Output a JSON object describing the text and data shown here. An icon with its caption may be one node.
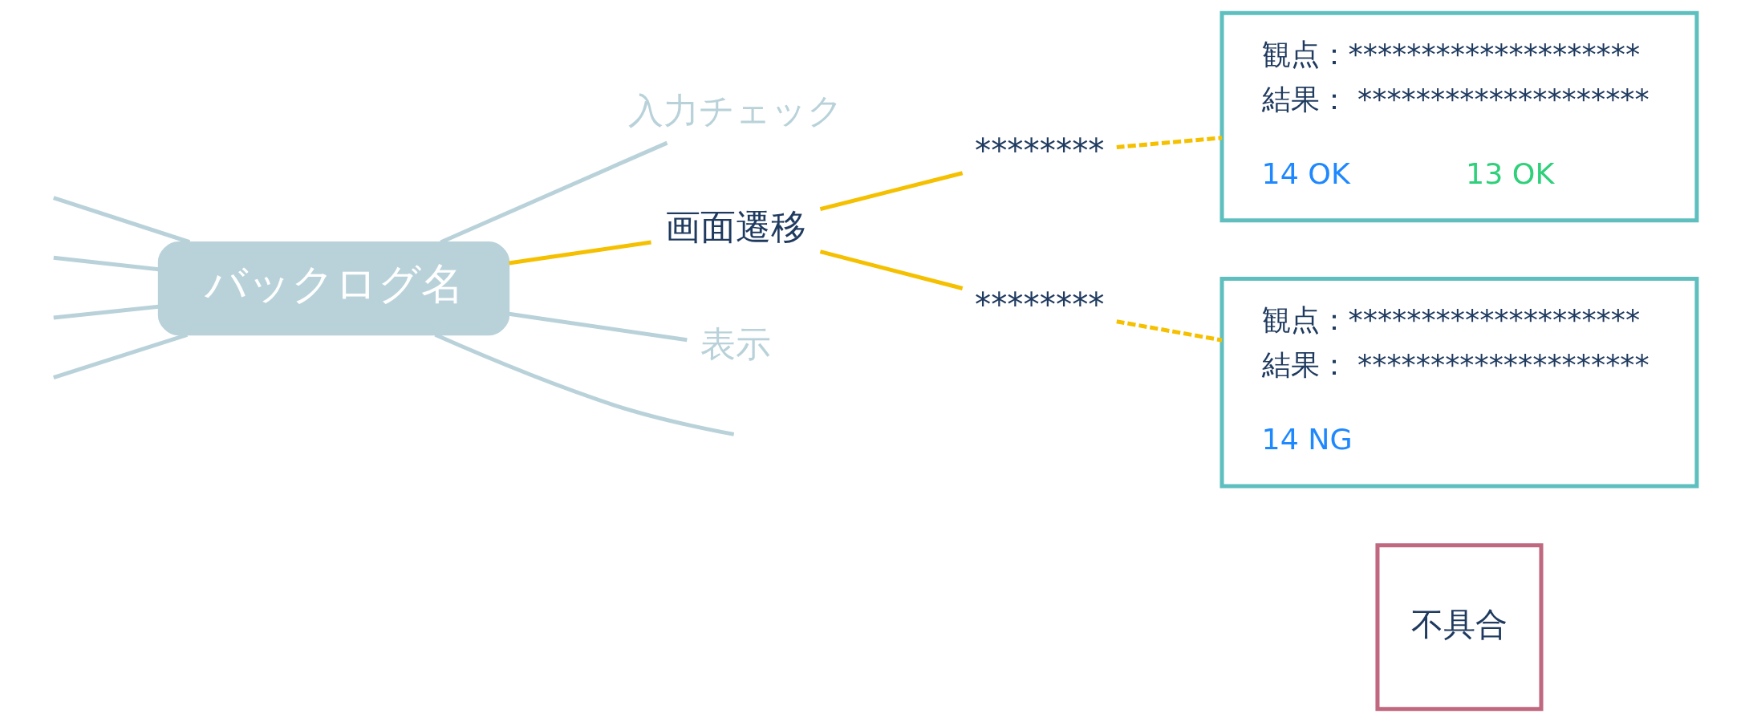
{
  "diagram": {
    "nodes": [
      {
        "text": [
          "バックログ名"
        ]
      },
      {
        "text": [
          "入力チェック"
        ]
      },
      {
        "text": [
          "画面遷移"
        ]
      },
      {
        "text": [
          "表示"
        ]
      },
      {
        "text": [
          "********"
        ]
      },
      {
        "text": [
          "********"
        ]
      },
      {
        "text": [
          "観点：********************",
          "結果： ********************",
          "14 OK",
          "13 OK"
        ]
      },
      {
        "text": [
          "観点：********************",
          "結果： ********************",
          "14 NG"
        ]
      },
      {
        "text": [
          "不具合"
        ]
      }
    ],
    "edges": [
      {
        "from": null,
        "to": 0,
        "arrow": "none"
      },
      {
        "from": null,
        "to": 0,
        "arrow": "none"
      },
      {
        "from": null,
        "to": 0,
        "arrow": "none"
      },
      {
        "from": null,
        "to": 0,
        "arrow": "none"
      },
      {
        "from": 0,
        "to": 1,
        "arrow": "none"
      },
      {
        "from": 0,
        "to": 2,
        "arrow": "none",
        "color": "#f5c000"
      },
      {
        "from": 0,
        "to": 3,
        "arrow": "none"
      },
      {
        "from": 0,
        "to": null,
        "arrow": "none"
      },
      {
        "from": 2,
        "to": 4,
        "arrow": "none",
        "color": "#f5c000"
      },
      {
        "from": 2,
        "to": 5,
        "arrow": "none",
        "color": "#f5c000"
      },
      {
        "from": 4,
        "to": 6,
        "arrow": "none",
        "style": "dashed",
        "color": "#f5c000"
      },
      {
        "from": 5,
        "to": 7,
        "arrow": "none",
        "style": "dashed",
        "color": "#f5c000"
      }
    ]
  }
}
